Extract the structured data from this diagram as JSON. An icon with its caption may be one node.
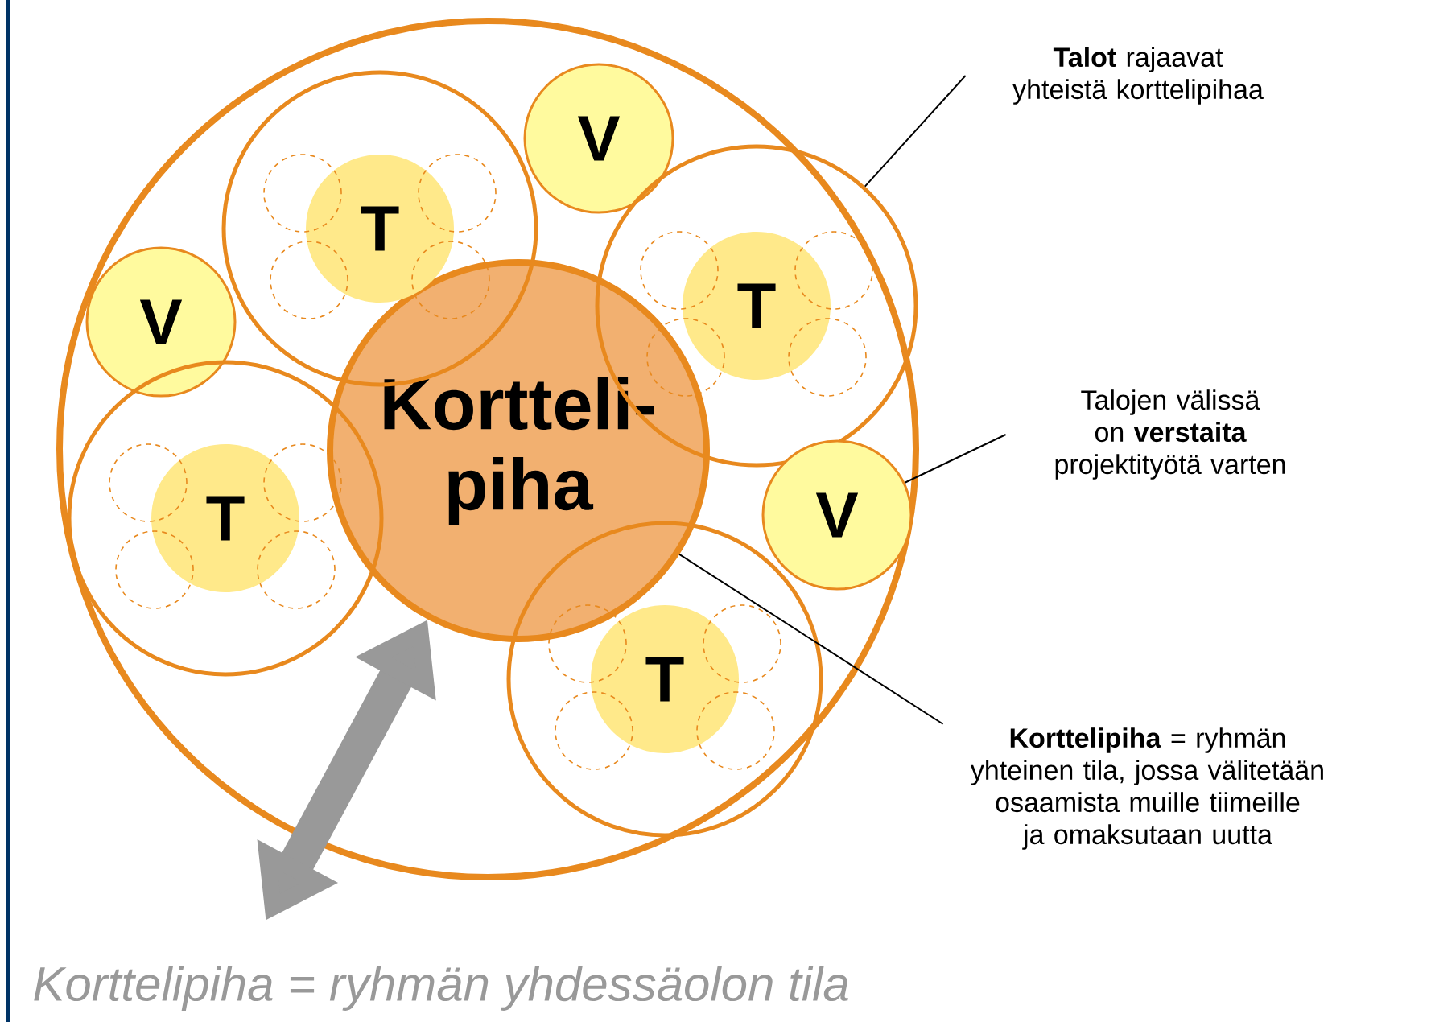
{
  "diagram": {
    "caption": "Korttelipiha = ryhmän yhdessäolon tila",
    "nodes": [
      {
        "text": [],
        "shape": "circle"
      },
      {
        "text": [
          "V"
        ],
        "in": 0
      },
      {
        "text": [
          "T"
        ],
        "in": 0
      },
      {
        "text": [
          "V"
        ],
        "in": 0
      },
      {
        "text": [
          "T"
        ],
        "in": 0
      },
      {
        "text": [
          "Kortteli- piha"
        ],
        "in": 0
      },
      {
        "text": [
          "T"
        ],
        "in": 0
      },
      {
        "text": [
          "V"
        ],
        "in": 0
      },
      {
        "text": [
          "T"
        ],
        "in": 0
      },
      {
        "text": [
          "**Talot** rajaavat yhteistä korttelipihaa"
        ]
      },
      {
        "text": [
          "Talojen välissä on **verstaita** projektityötä varten"
        ]
      },
      {
        "text": [
          "**Korttelipiha** = ryhmän yhteinen tila, jossa välitetään osaamista muille tiimeille ja omaksutaan uutta"
        ]
      }
    ],
    "edges": [
      {
        "from": 9,
        "to": 4,
        "arrow": "none"
      },
      {
        "from": 10,
        "to": 7,
        "arrow": "none"
      },
      {
        "from": 11,
        "to": 5,
        "arrow": "none"
      },
      {
        "from": null,
        "to": 5,
        "arrow": "both",
        "style": "thick",
        "color": "#999999"
      }
    ]
  }
}
